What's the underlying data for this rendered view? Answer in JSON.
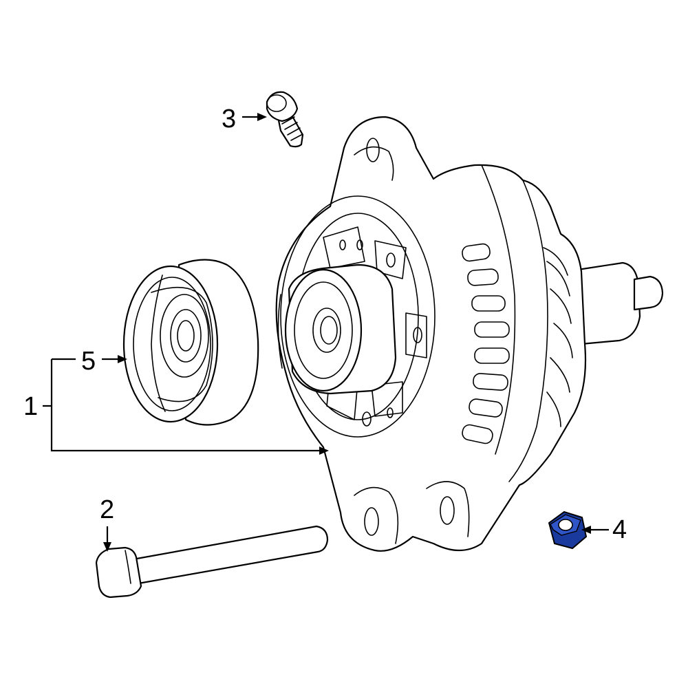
{
  "callouts": [
    {
      "id": "1",
      "text": "1"
    },
    {
      "id": "2",
      "text": "2"
    },
    {
      "id": "3",
      "text": "3"
    },
    {
      "id": "4",
      "text": "4"
    },
    {
      "id": "5",
      "text": "5"
    }
  ],
  "highlight_color": "#2f55c8",
  "highlight_dark": "#1a3a9e"
}
